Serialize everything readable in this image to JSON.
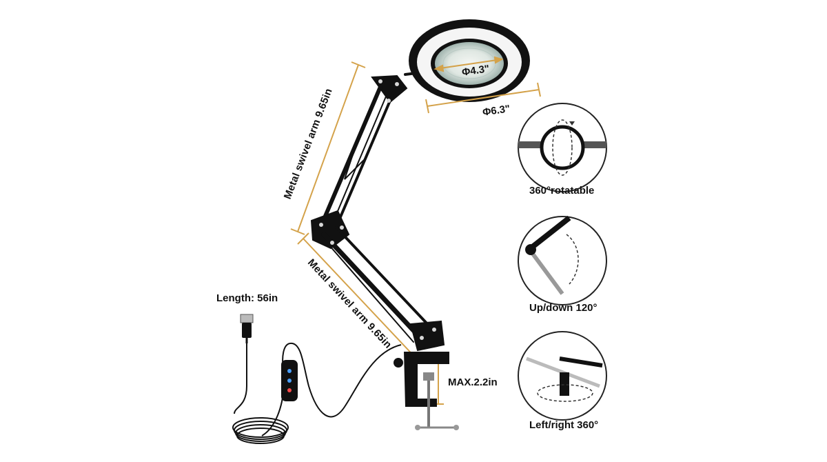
{
  "dimensions": {
    "inner_diameter": "Φ4.3\"",
    "outer_diameter": "Φ6.3\"",
    "upper_arm": "Metal swivel arm 9.65in",
    "lower_arm": "Metal swivel arm 9.65in",
    "cable_length": "Length: 56in",
    "clamp_max": "MAX.2.2in"
  },
  "features": [
    {
      "label": "360°rotatable",
      "icon": "rotate-icon"
    },
    {
      "label": "Up/down 120°",
      "icon": "tilt-icon"
    },
    {
      "label": "Left/right 360°",
      "icon": "swivel-icon"
    }
  ],
  "colors": {
    "dimension_line": "#d4a24a",
    "lamp_body": "#111111",
    "label_text": "#111111"
  }
}
